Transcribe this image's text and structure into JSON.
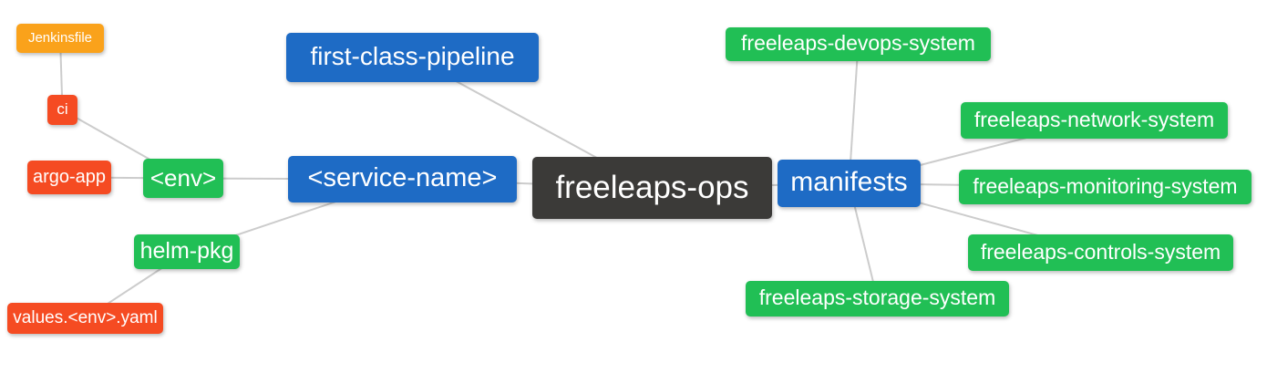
{
  "diagram": {
    "title": "freeleaps-ops mindmap",
    "background_color": "#ffffff",
    "edge_color": "#cccccc",
    "text_color": "#ffffff",
    "palette": {
      "blue": "#1e6bc5",
      "green": "#21bf55",
      "red": "#f54b22",
      "orange": "#faa21b",
      "dark": "#3b3a38"
    },
    "nodes": {
      "freeleaps_ops": {
        "label": "freeleaps-ops",
        "color": "dark"
      },
      "first_class_pipeline": {
        "label": "first-class-pipeline",
        "color": "blue"
      },
      "service_name": {
        "label": "<service-name>",
        "color": "blue"
      },
      "manifests": {
        "label": "manifests",
        "color": "blue"
      },
      "env": {
        "label": "<env>",
        "color": "green"
      },
      "helm_pkg": {
        "label": "helm-pkg",
        "color": "green"
      },
      "ci": {
        "label": "ci",
        "color": "red"
      },
      "argo_app": {
        "label": "argo-app",
        "color": "red"
      },
      "values_env_yaml": {
        "label": "values.<env>.yaml",
        "color": "red"
      },
      "jenkinsfile": {
        "label": "Jenkinsfile",
        "color": "orange"
      },
      "devops_system": {
        "label": "freeleaps-devops-system",
        "color": "green"
      },
      "network_system": {
        "label": "freeleaps-network-system",
        "color": "green"
      },
      "monitoring_system": {
        "label": "freeleaps-monitoring-system",
        "color": "green"
      },
      "controls_system": {
        "label": "freeleaps-controls-system",
        "color": "green"
      },
      "storage_system": {
        "label": "freeleaps-storage-system",
        "color": "green"
      }
    },
    "edges": [
      [
        "jenkinsfile",
        "ci"
      ],
      [
        "ci",
        "env"
      ],
      [
        "argo_app",
        "env"
      ],
      [
        "env",
        "service_name"
      ],
      [
        "helm_pkg",
        "service_name"
      ],
      [
        "values_env_yaml",
        "helm_pkg"
      ],
      [
        "service_name",
        "freeleaps_ops"
      ],
      [
        "first_class_pipeline",
        "freeleaps_ops"
      ],
      [
        "freeleaps_ops",
        "manifests"
      ],
      [
        "manifests",
        "devops_system"
      ],
      [
        "manifests",
        "network_system"
      ],
      [
        "manifests",
        "monitoring_system"
      ],
      [
        "manifests",
        "controls_system"
      ],
      [
        "manifests",
        "storage_system"
      ]
    ]
  }
}
